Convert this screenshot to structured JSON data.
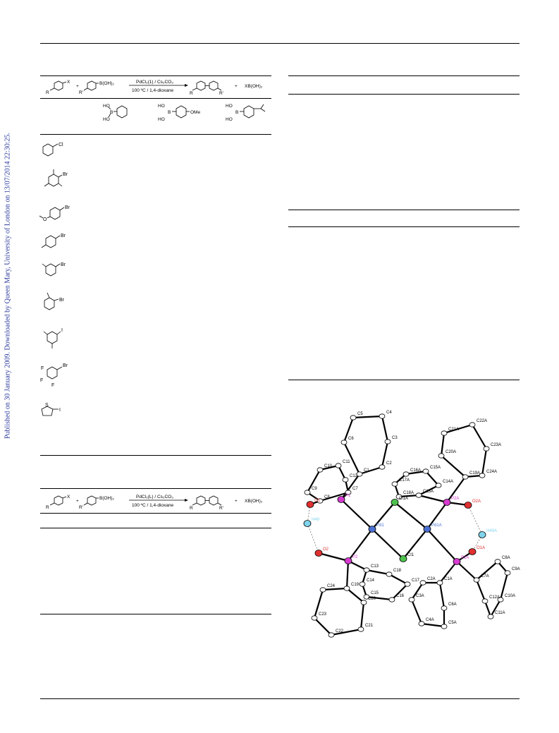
{
  "side_banner": "Published on 30 January 2009. Downloaded by Queen Mary, University of London on 13/07/2014 22:30:25.",
  "scheme1": {
    "plus1": "+",
    "plus2": "+",
    "aryl_halide_x": "X",
    "aryl_halide_r": "R",
    "boronic_r": "R'",
    "boronic_group": "B(OH)₂",
    "conditions_top": "PdCl₂(1) / Cs₂CO₃",
    "conditions_bottom": "100 ºC / 1,4-dioxane",
    "product_r": "R",
    "product_r2": "R'",
    "byproduct": "XB(OH)₂"
  },
  "boronic_acids": [
    {
      "label_top": "HO",
      "label_b": "B",
      "label_bottom": "HO",
      "substituent": ""
    },
    {
      "label_top": "HO",
      "label_b": "B",
      "label_bottom": "HO",
      "substituent": "OMe"
    },
    {
      "label_top": "HO",
      "label_b": "B",
      "label_bottom": "HO",
      "substituent": ""
    }
  ],
  "aryl_halides": [
    {
      "halogen": "Cl"
    },
    {
      "halogen": "Br"
    },
    {
      "halogen": "Br"
    },
    {
      "halogen": "Br"
    },
    {
      "halogen": "Br"
    },
    {
      "halogen": "Br"
    },
    {
      "halogen": "I"
    },
    {
      "halogen": "Br",
      "fluorines": [
        "F",
        "F",
        "F"
      ]
    },
    {
      "halogen": "I",
      "heteroatom": "S"
    }
  ],
  "scheme2": {
    "plus1": "+",
    "plus2": "+",
    "aryl_halide_x": "X",
    "aryl_halide_r": "R",
    "boronic_r": "R'",
    "boronic_group": "B(OH)₂",
    "conditions_top": "PdCl₂(L) / Cs₂CO₃",
    "conditions_bottom": "100 ºC / 1,4-dioxane",
    "product_r": "R",
    "product_r2": "R'",
    "byproduct": "XB(OH)₂"
  },
  "crystal_structure": {
    "atom_labels": [
      "C5",
      "C4",
      "C3",
      "C6",
      "C2",
      "C11",
      "C1",
      "C10",
      "C12",
      "C7",
      "C9",
      "O1",
      "C8",
      "P1",
      "H49",
      "O2",
      "P2",
      "Pd1",
      "Cl1A",
      "Cl1",
      "Pd1A",
      "P2A",
      "O2A",
      "H49A",
      "O1A",
      "P1A",
      "C13",
      "C18",
      "C14",
      "C15",
      "C16",
      "C17",
      "C19",
      "C20",
      "C24",
      "C23",
      "C22",
      "C21",
      "C16A",
      "C15A",
      "C17A",
      "C18A",
      "C14A",
      "C13A",
      "C21A",
      "C22A",
      "C20A",
      "C23A",
      "C19A",
      "C24A",
      "C2A",
      "C1A",
      "C3A",
      "C6A",
      "C4A",
      "C5A",
      "C8A",
      "C9A",
      "C7A",
      "C12A",
      "C10A",
      "C11A"
    ]
  }
}
